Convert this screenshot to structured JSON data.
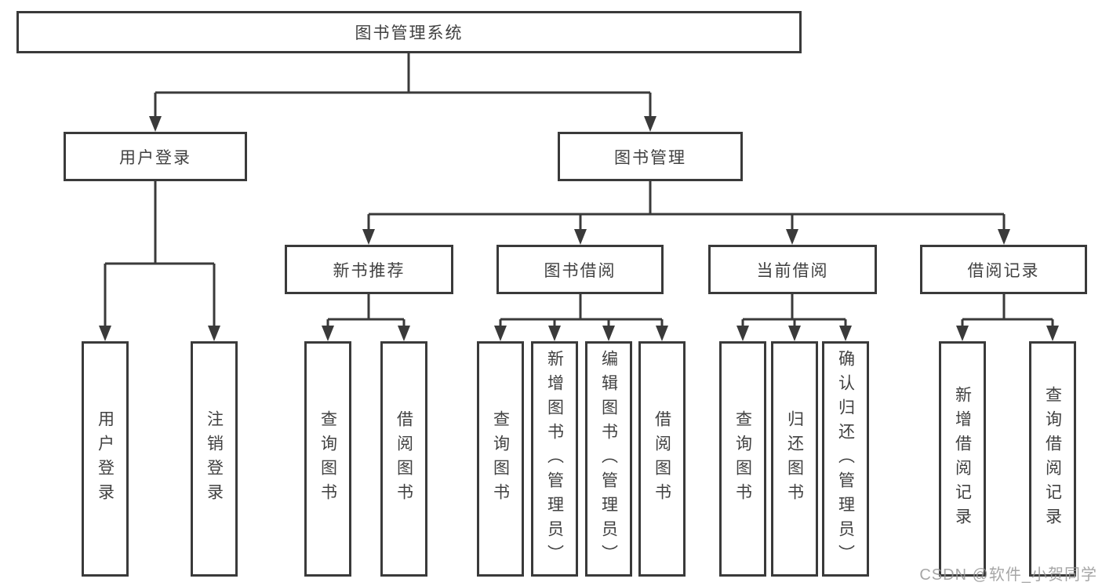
{
  "root": {
    "label": "图书管理系统"
  },
  "branches": [
    {
      "label": "用户登录",
      "children": [
        {
          "label": "用户登录"
        },
        {
          "label": "注销登录"
        }
      ]
    },
    {
      "label": "图书管理",
      "children": [
        {
          "label": "新书推荐",
          "children": [
            {
              "label": "查询图书"
            },
            {
              "label": "借阅图书"
            }
          ]
        },
        {
          "label": "图书借阅",
          "children": [
            {
              "label": "查询图书"
            },
            {
              "label": "新增图书（管理员）"
            },
            {
              "label": "编辑图书（管理员）"
            },
            {
              "label": "借阅图书"
            }
          ]
        },
        {
          "label": "当前借阅",
          "children": [
            {
              "label": "查询图书"
            },
            {
              "label": "归还图书"
            },
            {
              "label": "确认归还（管理员）"
            }
          ]
        },
        {
          "label": "借阅记录",
          "children": [
            {
              "label": "新增借阅记录"
            },
            {
              "label": "查询借阅记录"
            }
          ]
        }
      ]
    }
  ],
  "watermark": "CSDN @软件_小贺同学",
  "colors": {
    "border": "#3a3a3a",
    "text": "#414141",
    "background": "#ffffff",
    "watermark": "#969696"
  }
}
